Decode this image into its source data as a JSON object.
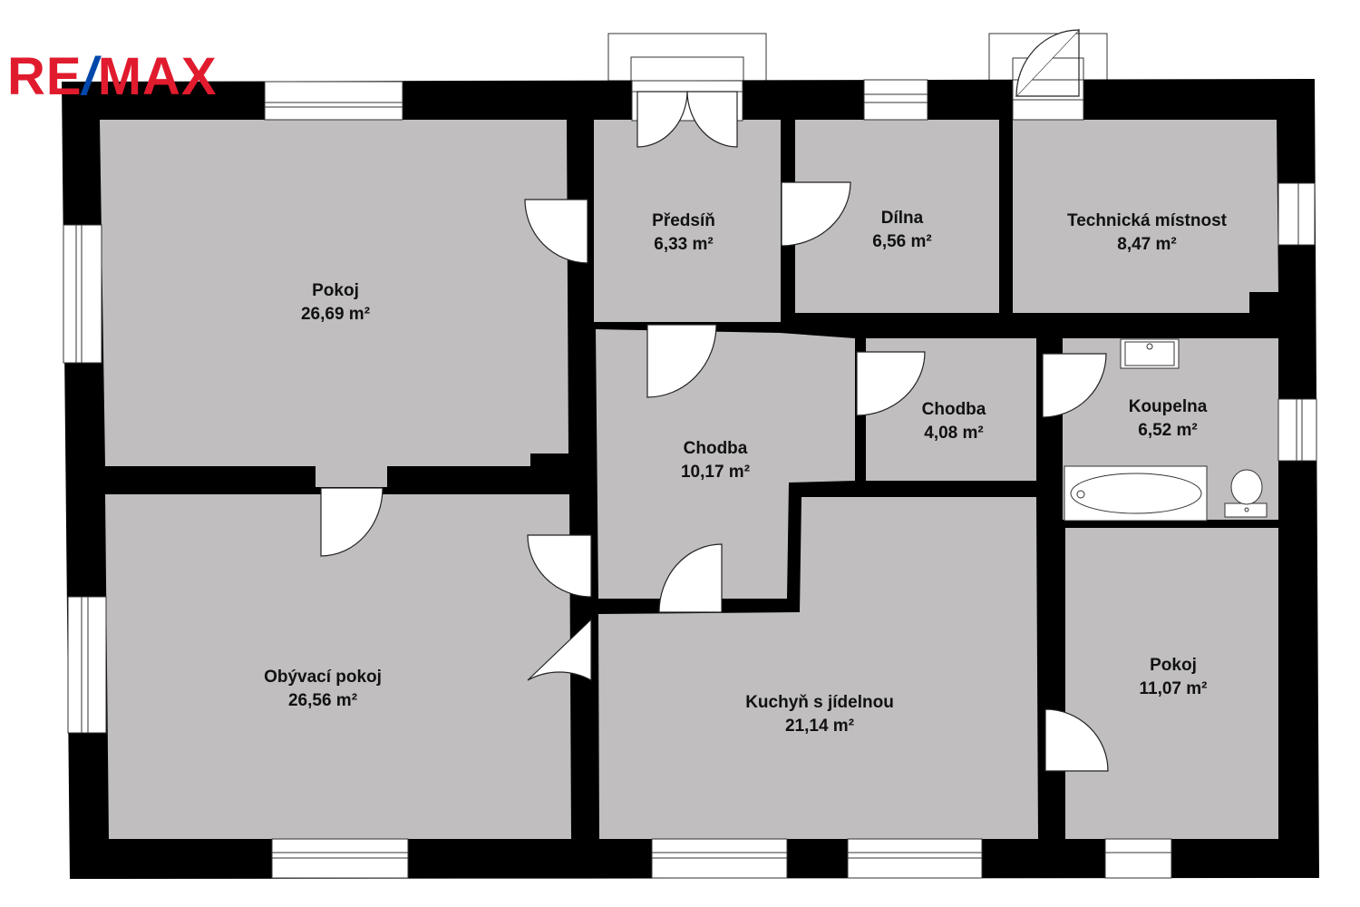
{
  "logo": {
    "left": "RE",
    "slash": "/",
    "right": "MAX",
    "brand_red": "#e11b2e",
    "brand_blue": "#0047ab"
  },
  "rooms": [
    {
      "name": "Pokoj",
      "area": "26,69 m²"
    },
    {
      "name": "Obývací pokoj",
      "area": "26,56 m²"
    },
    {
      "name": "Předsíň",
      "area": "6,33 m²"
    },
    {
      "name": "Dílna",
      "area": "6,56 m²"
    },
    {
      "name": "Technická místnost",
      "area": "8,47 m²"
    },
    {
      "name": "Chodba",
      "area": "10,17 m²"
    },
    {
      "name": "Chodba",
      "area": "4,08 m²"
    },
    {
      "name": "Koupelna",
      "area": "6,52 m²"
    },
    {
      "name": "Kuchyň s jídelnou",
      "area": "21,14 m²"
    },
    {
      "name": "Pokoj",
      "area": "11,07 m²"
    }
  ],
  "colors": {
    "wall": "#000000",
    "floor": "#c0bebf"
  }
}
